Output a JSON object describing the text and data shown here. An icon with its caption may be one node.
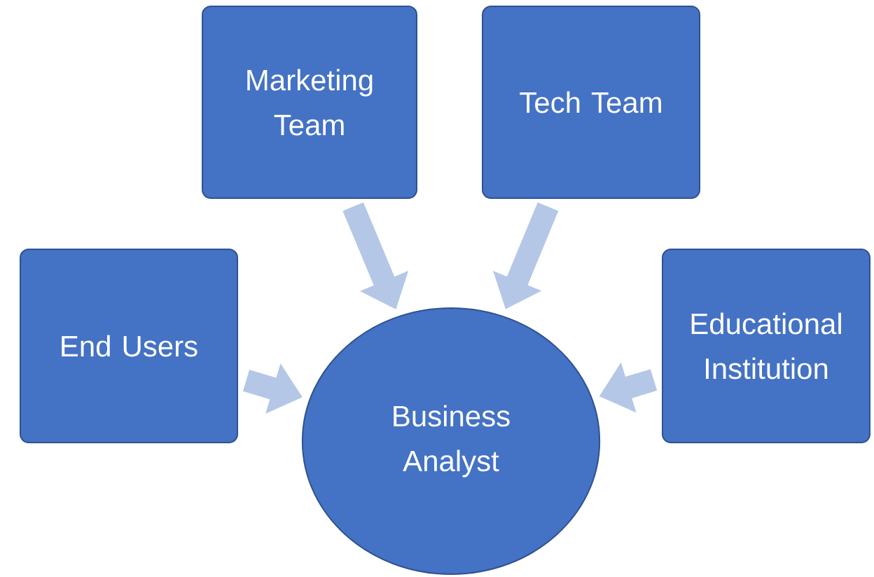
{
  "diagram": {
    "nodes": [
      {
        "text": [
          "Marketing Team"
        ]
      },
      {
        "text": [
          "Tech Team"
        ]
      },
      {
        "text": [
          "End Users"
        ]
      },
      {
        "text": [
          "Business Analyst"
        ]
      },
      {
        "text": [
          "Educational Institution"
        ]
      }
    ],
    "edges": [
      {
        "from": 0,
        "to": 3,
        "arrow": "to"
      },
      {
        "from": 1,
        "to": 3,
        "arrow": "to"
      },
      {
        "from": 2,
        "to": 3,
        "arrow": "to"
      },
      {
        "from": 4,
        "to": 3,
        "arrow": "to"
      }
    ]
  }
}
